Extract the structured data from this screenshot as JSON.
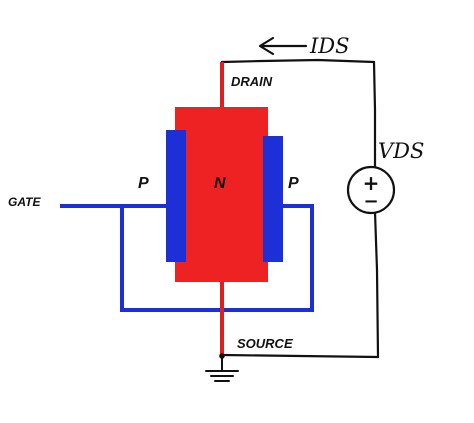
{
  "labels": {
    "drain": "DRAIN",
    "gate": "GATE",
    "source": "SOURCE",
    "n_channel": "N",
    "p_left": "P",
    "p_right": "P",
    "current": "IDS",
    "voltage": "VDS",
    "battery_plus": "+",
    "battery_minus": "−"
  },
  "colors": {
    "n_region": "#ee2222",
    "p_region": "#1d2fd6",
    "gate_wire": "#1d2fd6",
    "drain_source_wire": "#e02020",
    "circuit_wire": "#111111",
    "label_text": "#111111"
  }
}
